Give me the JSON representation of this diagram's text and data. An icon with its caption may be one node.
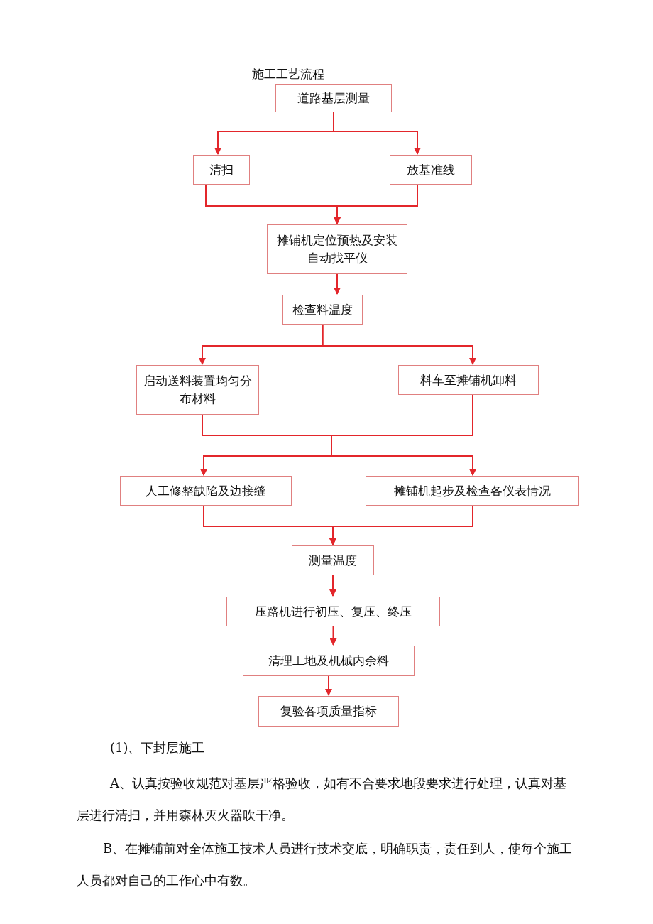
{
  "diagram": {
    "title": "施工工艺流程",
    "nodes": [
      {
        "text": [
          "道路基层测量"
        ]
      },
      {
        "text": [
          "清扫"
        ]
      },
      {
        "text": [
          "放基准线"
        ]
      },
      {
        "text": [
          "摊铺机定位预热及安装自动找平仪"
        ]
      },
      {
        "text": [
          "检查料温度"
        ]
      },
      {
        "text": [
          "启动送料装置均匀分布材料"
        ]
      },
      {
        "text": [
          "料车至摊铺机卸料"
        ]
      },
      {
        "text": [
          "人工修整缺陷及边接缝"
        ]
      },
      {
        "text": [
          "摊铺机起步及检查各仪表情况"
        ]
      },
      {
        "text": [
          "测量温度"
        ]
      },
      {
        "text": [
          "压路机进行初压、复压、终压"
        ]
      },
      {
        "text": [
          "清理工地及机械内余料"
        ]
      },
      {
        "text": [
          "复验各项质量指标"
        ]
      }
    ],
    "edges": [
      {
        "from": 0,
        "to": 1,
        "arrow": "to"
      },
      {
        "from": 0,
        "to": 2,
        "arrow": "to"
      },
      {
        "from": 1,
        "to": 3,
        "arrow": "to"
      },
      {
        "from": 2,
        "to": 3,
        "arrow": "to"
      },
      {
        "from": 3,
        "to": 4,
        "arrow": "to"
      },
      {
        "from": 4,
        "to": 5,
        "arrow": "to"
      },
      {
        "from": 4,
        "to": 6,
        "arrow": "to"
      },
      {
        "from": 5,
        "to": 7,
        "arrow": "to"
      },
      {
        "from": 5,
        "to": 8,
        "arrow": "to"
      },
      {
        "from": 6,
        "to": 7,
        "arrow": "to"
      },
      {
        "from": 6,
        "to": 8,
        "arrow": "to"
      },
      {
        "from": 7,
        "to": 9,
        "arrow": "to"
      },
      {
        "from": 8,
        "to": 9,
        "arrow": "to"
      },
      {
        "from": 9,
        "to": 10,
        "arrow": "to"
      },
      {
        "from": 10,
        "to": 11,
        "arrow": "to"
      },
      {
        "from": 11,
        "to": 12,
        "arrow": "to"
      }
    ],
    "labels": [
      "(1)、下封层施工",
      "A、认真按验收规范对基层严格验收，如有不合要求地段要求进行处理，认真对基层进行清扫，并用森林灭火器吹干净。",
      "B、在摊铺前对全体施工技术人员进行技术交底，明确职责，责任到人，使每个施工人员都对自己的工作心中有数。"
    ]
  }
}
